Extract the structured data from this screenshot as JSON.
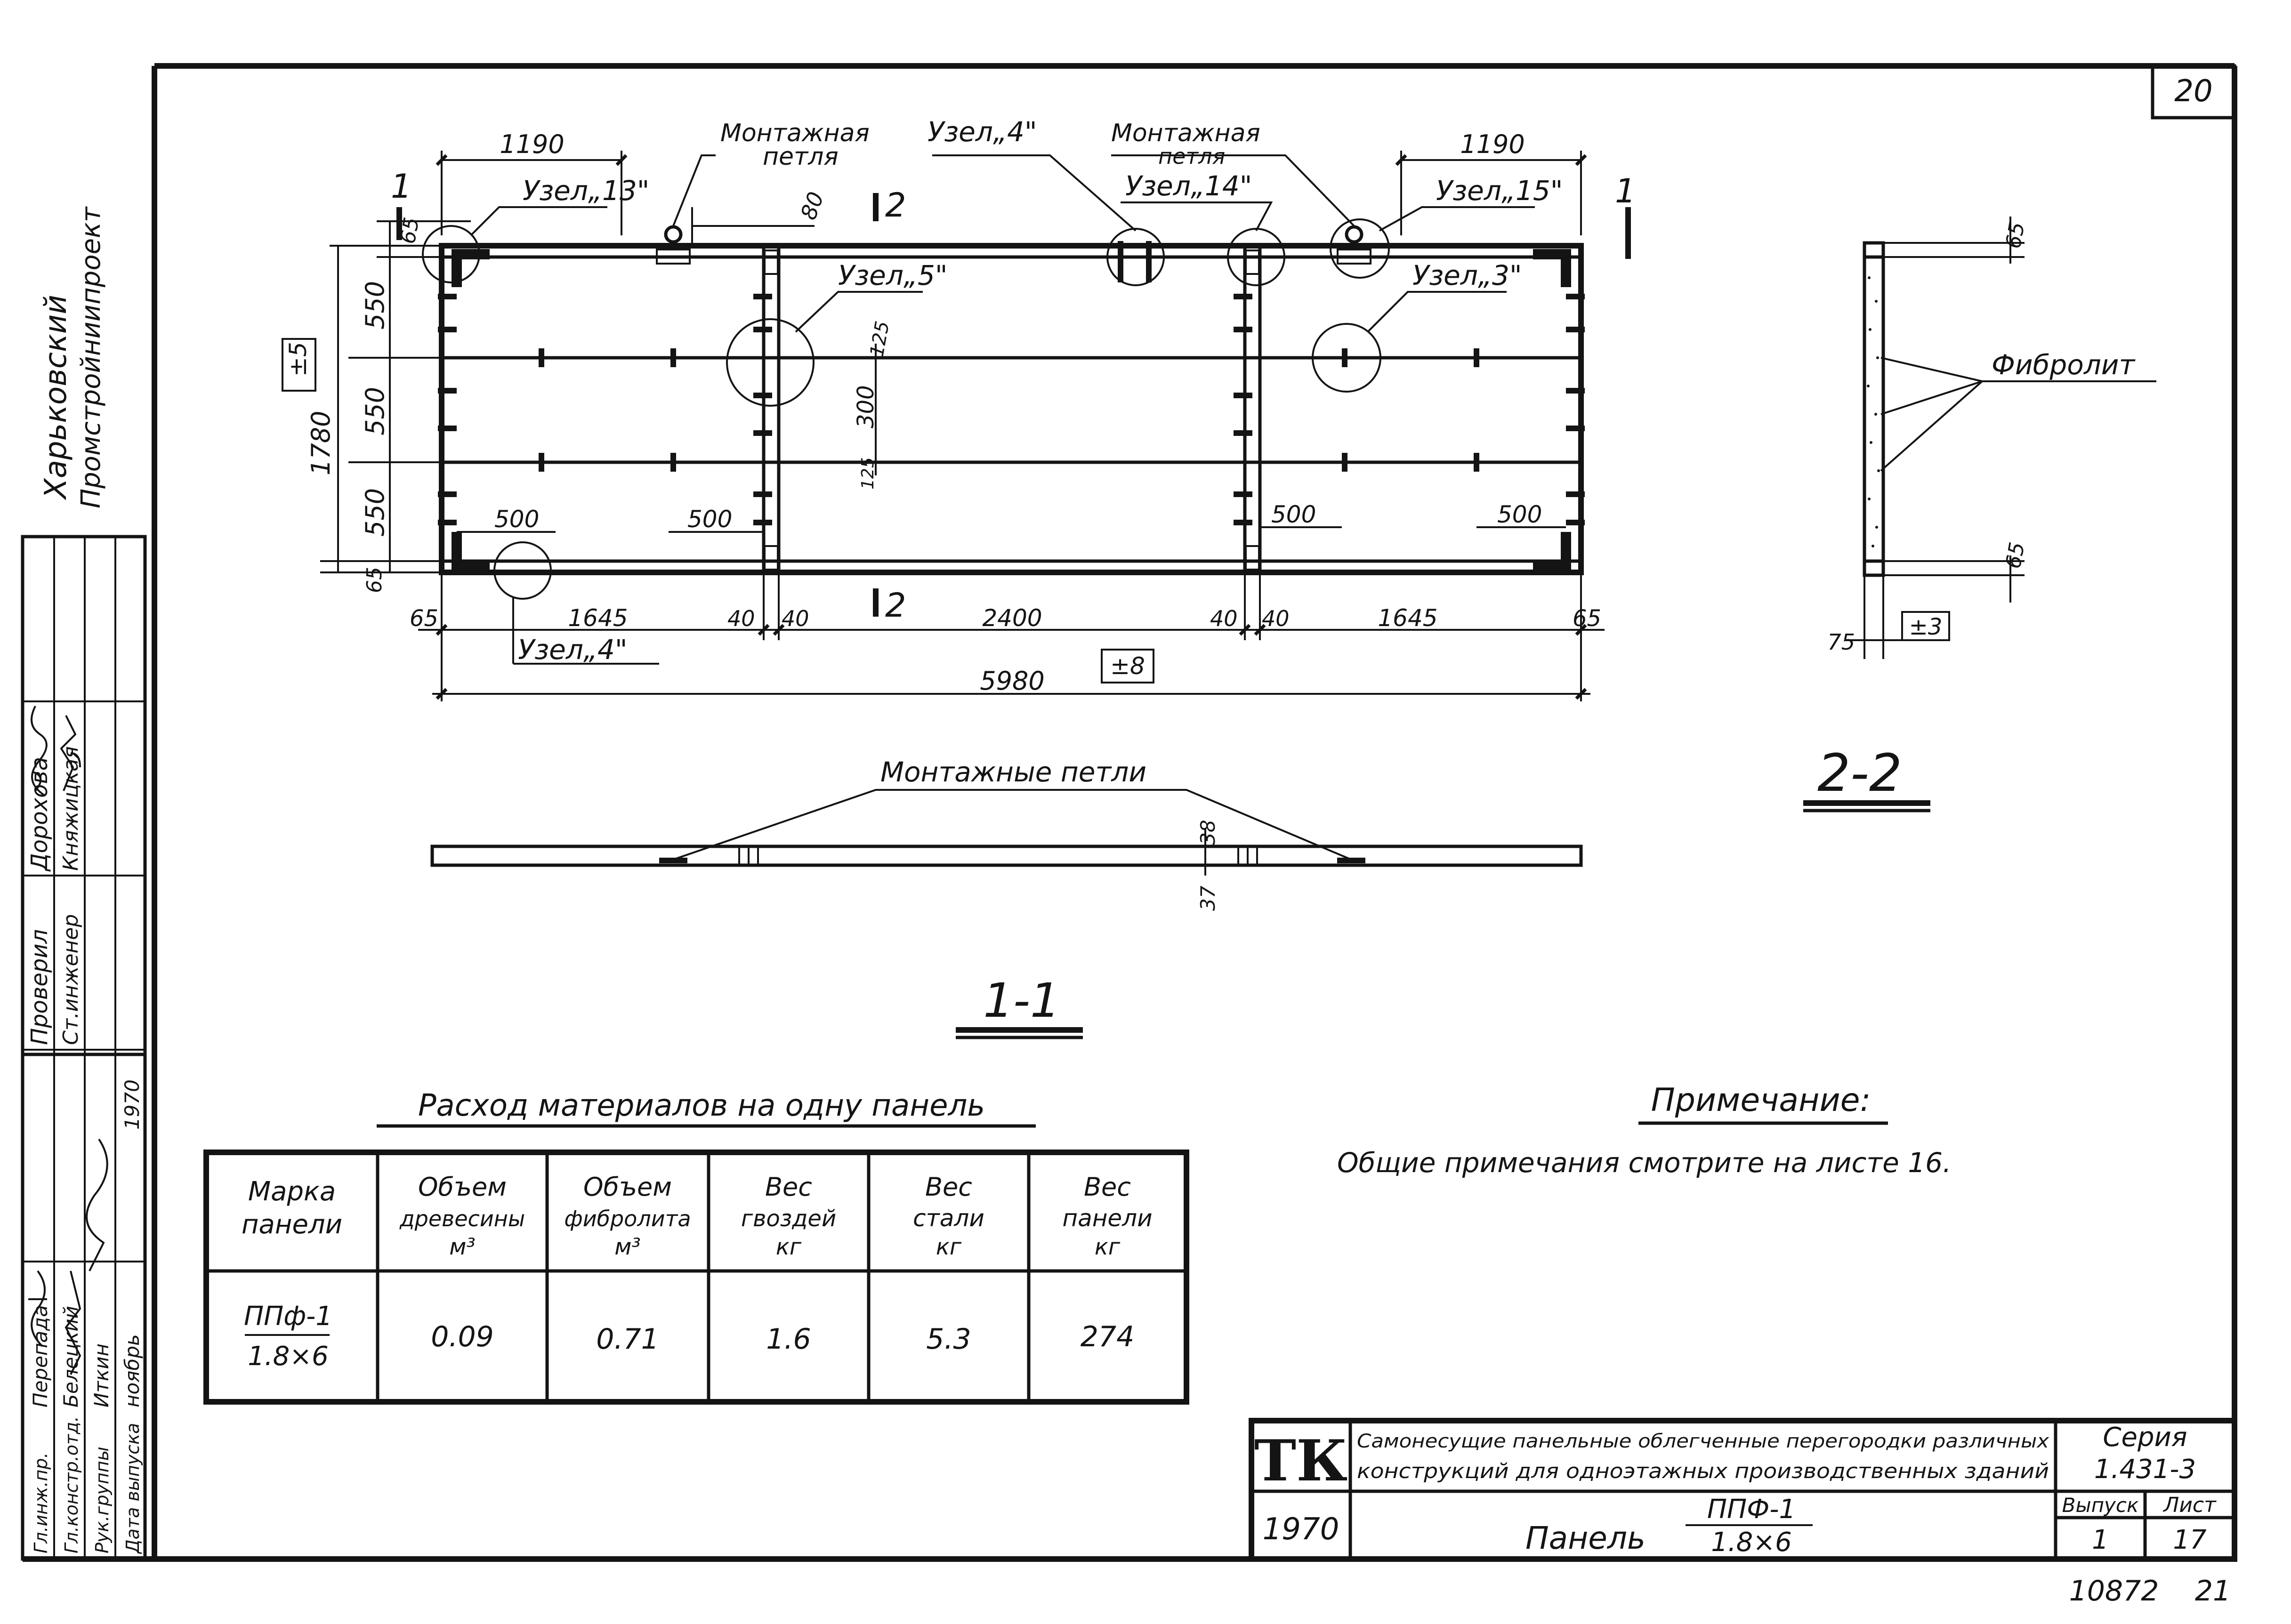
{
  "sheet": {
    "page_number": "20",
    "organization_line1": "Харьковский",
    "organization_line2": "Промстройниипроект"
  },
  "plan": {
    "node_13": "Узел„13\"",
    "node_4_top": "Узел„4\"",
    "node_14": "Узел„14\"",
    "node_15": "Узел„15\"",
    "node_5": "Узел„5\"",
    "node_3": "Узел„3\"",
    "node_4_bottom": "Узел„4\"",
    "lifting_loop_left_1": "Монтажная",
    "lifting_loop_left_2": "петля",
    "lifting_loop_right_1": "Монтажная",
    "lifting_loop_right_2": "петля",
    "cut_1_left": "1",
    "cut_1_right": "1",
    "cut_2_top": "2",
    "cut_2_bottom": "2",
    "dim_1190_left": "1190",
    "dim_1190_right": "1190",
    "dim_80": "80",
    "dim_65_top": "65",
    "dim_65_bottom": "65",
    "dim_550_a": "550",
    "dim_550_b": "550",
    "dim_550_c": "550",
    "dim_1780": "1780",
    "tol_height": "±5",
    "dim_125_a": "125",
    "dim_300": "300",
    "dim_125_b": "125",
    "dim_500_a": "500",
    "dim_500_b": "500",
    "dim_500_c": "500",
    "dim_500_d": "500",
    "dim_65_left": "65",
    "dim_1645_left": "1645",
    "dim_40_a": "40",
    "dim_40_b": "40",
    "dim_2400": "2400",
    "dim_40_c": "40",
    "dim_40_d": "40",
    "dim_1645_right": "1645",
    "dim_65_right": "65",
    "dim_5980": "5980",
    "tol_length": "±8"
  },
  "section_2_2": {
    "dim_65_top": "65",
    "dim_65_bottom": "65",
    "fibrolite_label": "Фибролит",
    "dim_75": "75",
    "tol_thickness": "±3",
    "title": "2-2"
  },
  "section_1_1": {
    "lifting_loops_label": "Монтажные петли",
    "dim_38": "38",
    "dim_37": "37",
    "title": "1-1"
  },
  "materials_table": {
    "title": "Расход материалов на одну панель",
    "headers": [
      [
        "Марка",
        "панели"
      ],
      [
        "Объем",
        "древесины",
        "м³"
      ],
      [
        "Объем",
        "фибролита",
        "м³"
      ],
      [
        "Вес",
        "гвоздей",
        "кг"
      ],
      [
        "Вес",
        "стали",
        "кг"
      ],
      [
        "Вес",
        "панели",
        "кг"
      ]
    ],
    "row": {
      "mark_top": "ППф-1",
      "mark_bottom": "1.8×6",
      "wood": "0.09",
      "fibrolite": "0.71",
      "nails": "1.6",
      "steel": "5.3",
      "panel": "274"
    }
  },
  "note": {
    "title": "Примечание:",
    "text": "Общие примечания смотрите на листе 16."
  },
  "title_block": {
    "logo": "ТК",
    "year": "1970",
    "description_line1": "Самонесущие панельные облегченные перегородки различных",
    "description_line2": "конструкций для одноэтажных производственных зданий",
    "series_label": "Серия",
    "series_value": "1.431-3",
    "sheet_title": "Панель",
    "panel_mark_top": "ППФ-1",
    "panel_mark_bottom": "1.8×6",
    "issue_label": "Выпуск",
    "issue_value": "1",
    "sheet_label": "Лист",
    "sheet_value": "17"
  },
  "signatures": {
    "checked_role": "Проверил",
    "checked_name": "Дорохова",
    "senior_eng_role": "Ст.инженер",
    "senior_eng_name": "Княжицкая",
    "chief_eng_role": "Гл.инж.пр.",
    "chief_eng_name": "Перепада",
    "chief_design_role": "Гл.констр.отд.",
    "chief_design_name": "Белецкий",
    "group_head_role": "Рук.группы",
    "group_head_name": "Иткин",
    "issue_date_role": "Дата выпуска",
    "issue_date_month": "ноябрь",
    "issue_date_year": "1970"
  },
  "footer": {
    "archive_number": "10872",
    "page": "21"
  }
}
